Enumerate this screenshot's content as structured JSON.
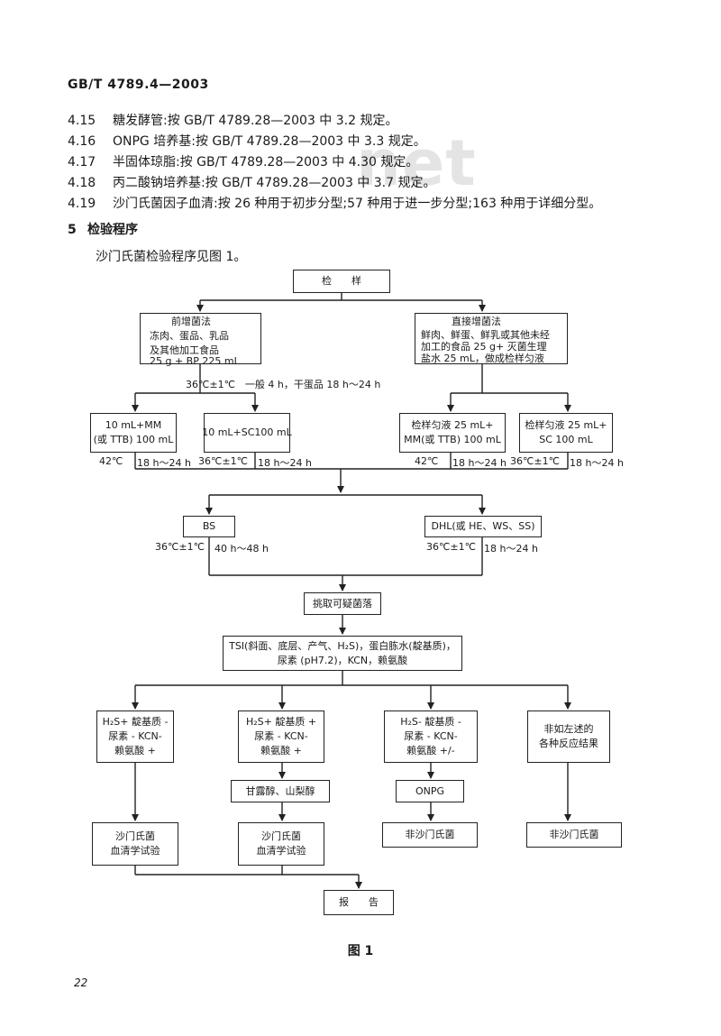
{
  "header": "GB/T 4789.4—2003",
  "watermark": "net",
  "clauses": [
    {
      "num": "4.15",
      "text": "糖发酵管:按 GB/T 4789.28—2003 中 3.2 规定。"
    },
    {
      "num": "4.16",
      "text": "ONPG 培养基:按 GB/T 4789.28—2003 中 3.3 规定。"
    },
    {
      "num": "4.17",
      "text": "半固体琼脂:按 GB/T 4789.28—2003 中 4.30 规定。"
    },
    {
      "num": "4.18",
      "text": "丙二酸钠培养基:按 GB/T 4789.28—2003 中 3.7 规定。"
    },
    {
      "num": "4.19",
      "text": "沙门氏菌因子血清:按 26 种用于初步分型;57 种用于进一步分型;163 种用于详细分型。"
    }
  ],
  "section": {
    "num": "5",
    "title": "检验程序"
  },
  "intro": "沙门氏菌检验程序见图 1。",
  "flowchart": {
    "sample": "检　　样",
    "pre_enrich": {
      "title": "前增菌法",
      "lines": [
        "冻肉、蛋品、乳品",
        "及其他加工食品",
        "25 g + BP 225 mL"
      ]
    },
    "direct_enrich": {
      "title": "直接增菌法",
      "lines": [
        "鲜肉、鲜蛋、鲜乳或其他未经",
        "加工的食品 25 g+ 灭菌生理",
        "盐水 25 mL，做成检样匀液"
      ]
    },
    "pre_incubation": "36℃±1℃　一般 4 h，干蛋品 18 h～24 h",
    "left_mm": [
      "10 mL+MM",
      "(或 TTB) 100 mL"
    ],
    "left_sc": "10 mL+SC100 mL",
    "right_mm": [
      "检样匀液 25 mL+",
      "MM(或 TTB) 100 mL"
    ],
    "right_sc": [
      "检样匀液 25 mL+",
      "SC 100 mL"
    ],
    "enrich_labels": [
      [
        "42℃",
        "18 h～24 h"
      ],
      [
        "36℃±1℃",
        "18 h～24 h"
      ],
      [
        "42℃",
        "18 h～24 h"
      ],
      [
        "36℃±1℃",
        "18 h～24 h"
      ]
    ],
    "plate_bs": "BS",
    "plate_dhl": "DHL(或 HE、WS、SS)",
    "plate_labels": [
      [
        "36℃±1℃",
        "40 h～48 h"
      ],
      [
        "36℃±1℃",
        "18 h～24 h"
      ]
    ],
    "pick": "挑取可疑菌落",
    "tsi": [
      "TSI(斜面、底层、产气、H₂S)，蛋白胨水(靛基质)，",
      "尿素 (pH7.2)，KCN，赖氨酸"
    ],
    "results": [
      [
        "H₂S+ 靛基质 -",
        "尿素 - KCN-",
        "赖氨酸 +"
      ],
      [
        "H₂S+ 靛基质 +",
        "尿素 - KCN-",
        "赖氨酸 +"
      ],
      [
        "H₂S- 靛基质 -",
        "尿素 - KCN-",
        "赖氨酸 +/-"
      ],
      [
        "非如左述的",
        "各种反应结果"
      ]
    ],
    "mannitol": "甘露醇、山梨醇",
    "onpg": "ONPG",
    "finals": [
      [
        "沙门氏菌",
        "血清学试验"
      ],
      [
        "沙门氏菌",
        "血清学试验"
      ],
      [
        "非沙门氏菌"
      ],
      [
        "非沙门氏菌"
      ]
    ],
    "report": "报　　告"
  },
  "caption": "图 1",
  "page_number": "22"
}
